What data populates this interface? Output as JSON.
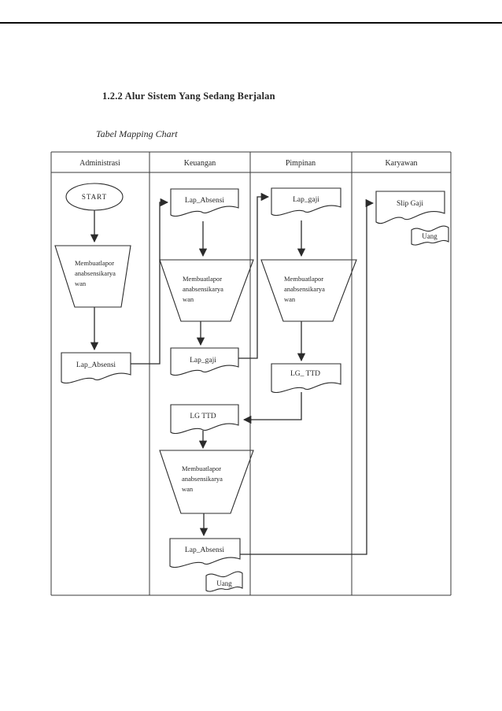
{
  "page": {
    "title": "1.2.2 Alur Sistem Yang Sedang Berjalan",
    "subtitle": "Tabel Mapping Chart"
  },
  "table": {
    "headers": [
      "Administrasi",
      "Keuangan",
      "Pimpinan",
      "Karyawan"
    ]
  },
  "flow": {
    "start": "START",
    "process": [
      "Membuatlapor",
      "anabsensikarya",
      "wan"
    ],
    "docs": {
      "lap_absensi": "Lap_Absensi",
      "lap_gaji": "Lap_gaji",
      "lg_ttd_signed": "LG_ TTD",
      "lg_ttd": "LG TTD",
      "slip_gaji": "Slip Gaji",
      "uang": "Uang"
    }
  },
  "colors": {
    "ink": "#2b2b2b",
    "table_line": "#3a3a3a",
    "background": "#ffffff"
  }
}
